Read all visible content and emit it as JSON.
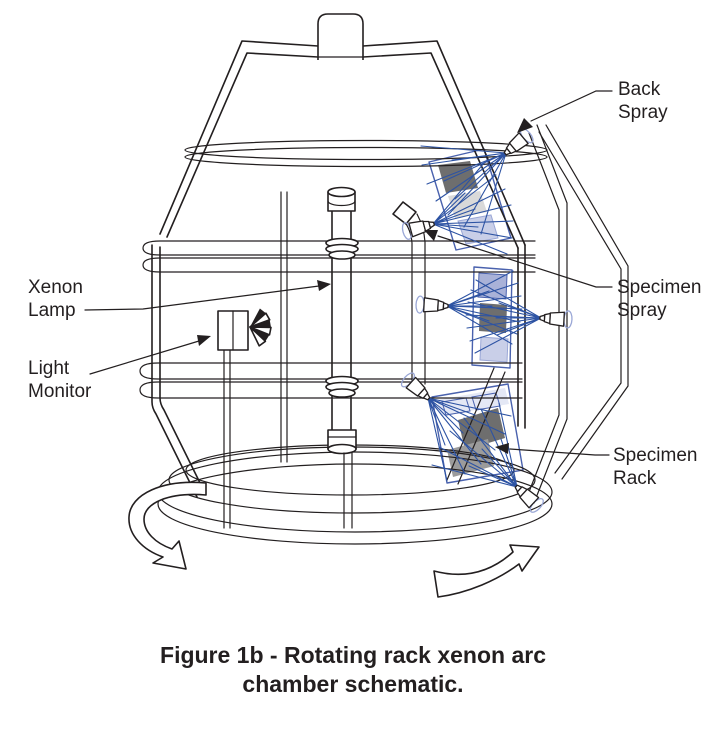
{
  "figure": {
    "labels": {
      "back_spray": {
        "line1": "Back",
        "line2": "Spray"
      },
      "xenon_lamp": {
        "line1": "Xenon",
        "line2": "Lamp"
      },
      "light_monitor": {
        "line1": "Light",
        "line2": "Monitor"
      },
      "specimen_spray": {
        "line1": "Specimen",
        "line2": "Spray"
      },
      "specimen_rack": {
        "line1": "Specimen",
        "line2": "Rack"
      }
    },
    "caption": {
      "line1": "Figure 1b - Rotating rack xenon arc",
      "line2": "chamber schematic."
    },
    "colors": {
      "line": "#231f20",
      "spray_blue": "#2d53a3",
      "rack_outline_blue": "#4a62ae",
      "flange_blue": "#9aa7d6",
      "panel_dark_gray": "#6e6e6e",
      "panel_light_gray": "#d9d9d9",
      "panel_pale_blue": "#c9cfe8",
      "panel_medium_blue": "#a9b2d8",
      "panel_medium_gray": "#9b9b9b",
      "background": "#ffffff"
    }
  }
}
